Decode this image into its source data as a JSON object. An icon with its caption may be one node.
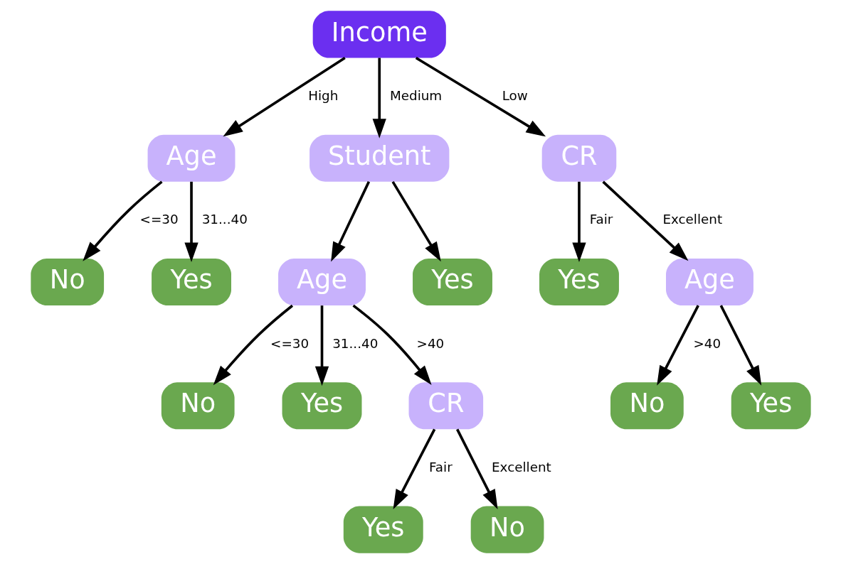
{
  "diagram": {
    "nodes": [
      {
        "text": [
          "Income"
        ]
      },
      {
        "text": [
          "Age"
        ]
      },
      {
        "text": [
          "Student"
        ]
      },
      {
        "text": [
          "CR"
        ]
      },
      {
        "text": [
          "No"
        ]
      },
      {
        "text": [
          "Yes"
        ]
      },
      {
        "text": [
          "Yes"
        ]
      },
      {
        "text": [
          "Age"
        ]
      },
      {
        "text": [
          "Age"
        ]
      },
      {
        "text": [
          "Yes"
        ]
      },
      {
        "text": [
          "Yes"
        ]
      },
      {
        "text": [
          "No"
        ]
      },
      {
        "text": [
          "CR"
        ]
      },
      {
        "text": [
          "No"
        ]
      },
      {
        "text": [
          "Yes"
        ]
      },
      {
        "text": [
          "Yes"
        ]
      },
      {
        "text": [
          "No"
        ]
      }
    ],
    "edges": [
      {
        "from": 0,
        "to": 1,
        "arrow": "to",
        "label": "High"
      },
      {
        "from": 0,
        "to": 2,
        "arrow": "to",
        "label": "Medium"
      },
      {
        "from": 0,
        "to": 3,
        "arrow": "to",
        "label": "Low"
      },
      {
        "from": 1,
        "to": 4,
        "arrow": "to",
        "label": "<=30"
      },
      {
        "from": 1,
        "to": 5,
        "arrow": "to",
        "label": "31...40"
      },
      {
        "from": 2,
        "to": 8,
        "arrow": "to"
      },
      {
        "from": 2,
        "to": 6,
        "arrow": "to"
      },
      {
        "from": 3,
        "to": 9,
        "arrow": "to",
        "label": "Fair"
      },
      {
        "from": 3,
        "to": 7,
        "arrow": "to",
        "label": "Excellent"
      },
      {
        "from": 7,
        "to": 11,
        "arrow": "to",
        "label": ">40"
      },
      {
        "from": 7,
        "to": 10,
        "arrow": "to"
      },
      {
        "from": 8,
        "to": 13,
        "arrow": "to",
        "label": "<=30"
      },
      {
        "from": 8,
        "to": 14,
        "arrow": "to",
        "label": "31...40"
      },
      {
        "from": 8,
        "to": 12,
        "arrow": "to",
        "label": ">40"
      },
      {
        "from": 12,
        "to": 15,
        "arrow": "to",
        "label": "Fair"
      },
      {
        "from": 12,
        "to": 16,
        "arrow": "to",
        "label": "Excellent"
      }
    ]
  }
}
